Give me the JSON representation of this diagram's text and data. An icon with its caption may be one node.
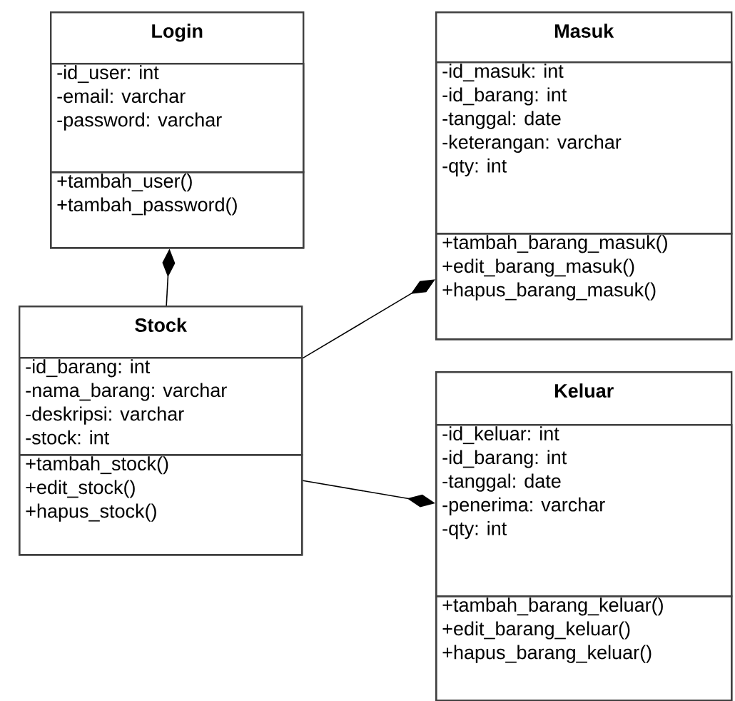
{
  "diagram": {
    "nodes": [
      {
        "text": [
          "Login"
        ]
      },
      {
        "text": [
          "-id_user: int",
          "-email: varchar",
          "-password: varchar"
        ],
        "in": 0
      },
      {
        "text": [
          "+tambah_user()",
          "+tambah_password()"
        ],
        "in": 0
      },
      {
        "text": [
          "Masuk"
        ]
      },
      {
        "text": [
          "-id_masuk: int",
          "-id_barang: int",
          "-tanggal: date",
          "-keterangan: varchar",
          "-qty: int"
        ],
        "in": 3
      },
      {
        "text": [
          "+tambah_barang_masuk()",
          "+edit_barang_masuk()",
          "+hapus_barang_masuk()"
        ],
        "in": 3
      },
      {
        "text": [
          "Stock"
        ]
      },
      {
        "text": [
          "-id_barang: int",
          "-nama_barang: varchar",
          "-deskripsi: varchar",
          "-stock: int"
        ],
        "in": 6
      },
      {
        "text": [
          "+tambah_stock()",
          "+edit_stock()",
          "+hapus_stock()"
        ],
        "in": 6
      },
      {
        "text": [
          "Keluar"
        ]
      },
      {
        "text": [
          "-id_keluar: int",
          "-id_barang: int",
          "-tanggal: date",
          "-penerima: varchar",
          "-qty: int"
        ],
        "in": 9
      },
      {
        "text": [
          "+tambah_barang_keluar()",
          "+edit_barang_keluar()",
          "+hapus_barang_keluar()"
        ],
        "in": 9
      }
    ],
    "edges": [
      {
        "from": 6,
        "to": 0,
        "arrow": "other"
      },
      {
        "from": 6,
        "to": 3,
        "arrow": "other"
      },
      {
        "from": 6,
        "to": 9,
        "arrow": "other"
      }
    ]
  }
}
